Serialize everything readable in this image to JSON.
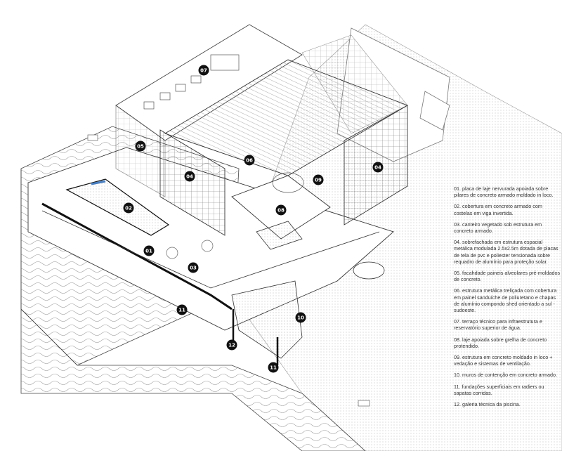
{
  "markers": {
    "m07": "07",
    "m05": "05",
    "m04a": "04",
    "m06": "06",
    "m09": "09",
    "m04b": "04",
    "m02": "02",
    "m08": "08",
    "m01": "01",
    "m03": "03",
    "m10": "10",
    "m11a": "11",
    "m12": "12",
    "m11b": "11"
  },
  "legend": [
    "01. placa de laje nervurada apoiada sobre pilares de concreto armado moldado in loco.",
    "02. cobertura em concreto armado com costelas em viga invertida.",
    "03. canteiro vegetado sob estrutura em concreto armado.",
    "04. sobrefachada em estrutura espacial metálica modulada 2.5x2.5m dotada de placas de tela de pvc e poliester tensionada sobre requadro de alumínio para proteção solar.",
    "05. facahdade paineis alveolares pré-moldados de concreto.",
    "06. estrutura metálica treliçada com cobertura em painel sanduíche de poliuretano e chapas de alumínio compondo shed orientado a sul - sudoeste.",
    "07. terraço técnico para infraestrutura e reservatório superior de água.",
    "08. laje apoiada sobre grelha de concreto protendido.",
    "09. estrutura em concreto moldado in loco + vedação e sistemas de ventilação.",
    "10. muros de contenção em concreto armado.",
    "11. fundações superficiais em radiers ou sapatas corridas.",
    "12. galeria técnica da piscina."
  ],
  "colors": {
    "ink": "#111111",
    "line": "#555555",
    "hatch": "#bbbbbb",
    "accent": "#4a7fc0"
  }
}
